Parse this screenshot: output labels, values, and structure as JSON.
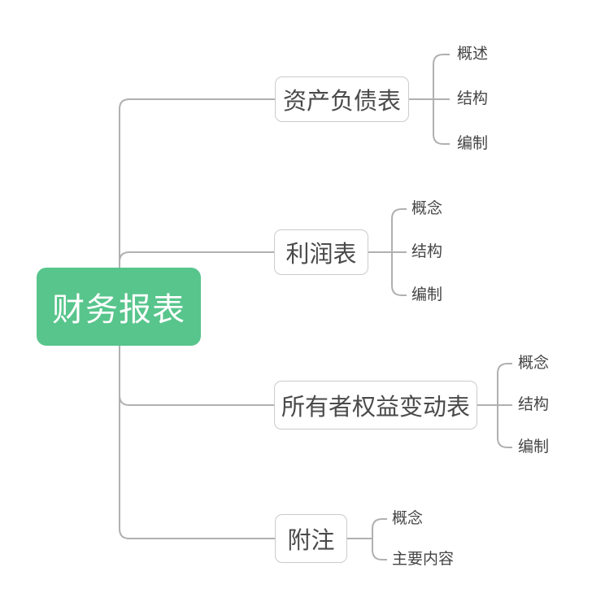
{
  "mindmap": {
    "root": {
      "label": "财务报表"
    },
    "branches": [
      {
        "label": "资产负债表",
        "children": [
          {
            "label": "概述"
          },
          {
            "label": "结构"
          },
          {
            "label": "编制"
          }
        ]
      },
      {
        "label": "利润表",
        "children": [
          {
            "label": "概念"
          },
          {
            "label": "结构"
          },
          {
            "label": "编制"
          }
        ]
      },
      {
        "label": "所有者权益变动表",
        "children": [
          {
            "label": "概念"
          },
          {
            "label": "结构"
          },
          {
            "label": "编制"
          }
        ]
      },
      {
        "label": "附注",
        "children": [
          {
            "label": "概念"
          },
          {
            "label": "主要内容"
          }
        ]
      }
    ],
    "colors": {
      "root_bg": "#58C58C",
      "root_text": "#FFFFFF",
      "node_bg": "#FFFFFF",
      "node_border": "#CBCBCB",
      "node_text": "#4A4A4A",
      "child_text": "#444444",
      "connector": "#B0B0B0",
      "canvas_bg": "#FFFFFF"
    }
  }
}
